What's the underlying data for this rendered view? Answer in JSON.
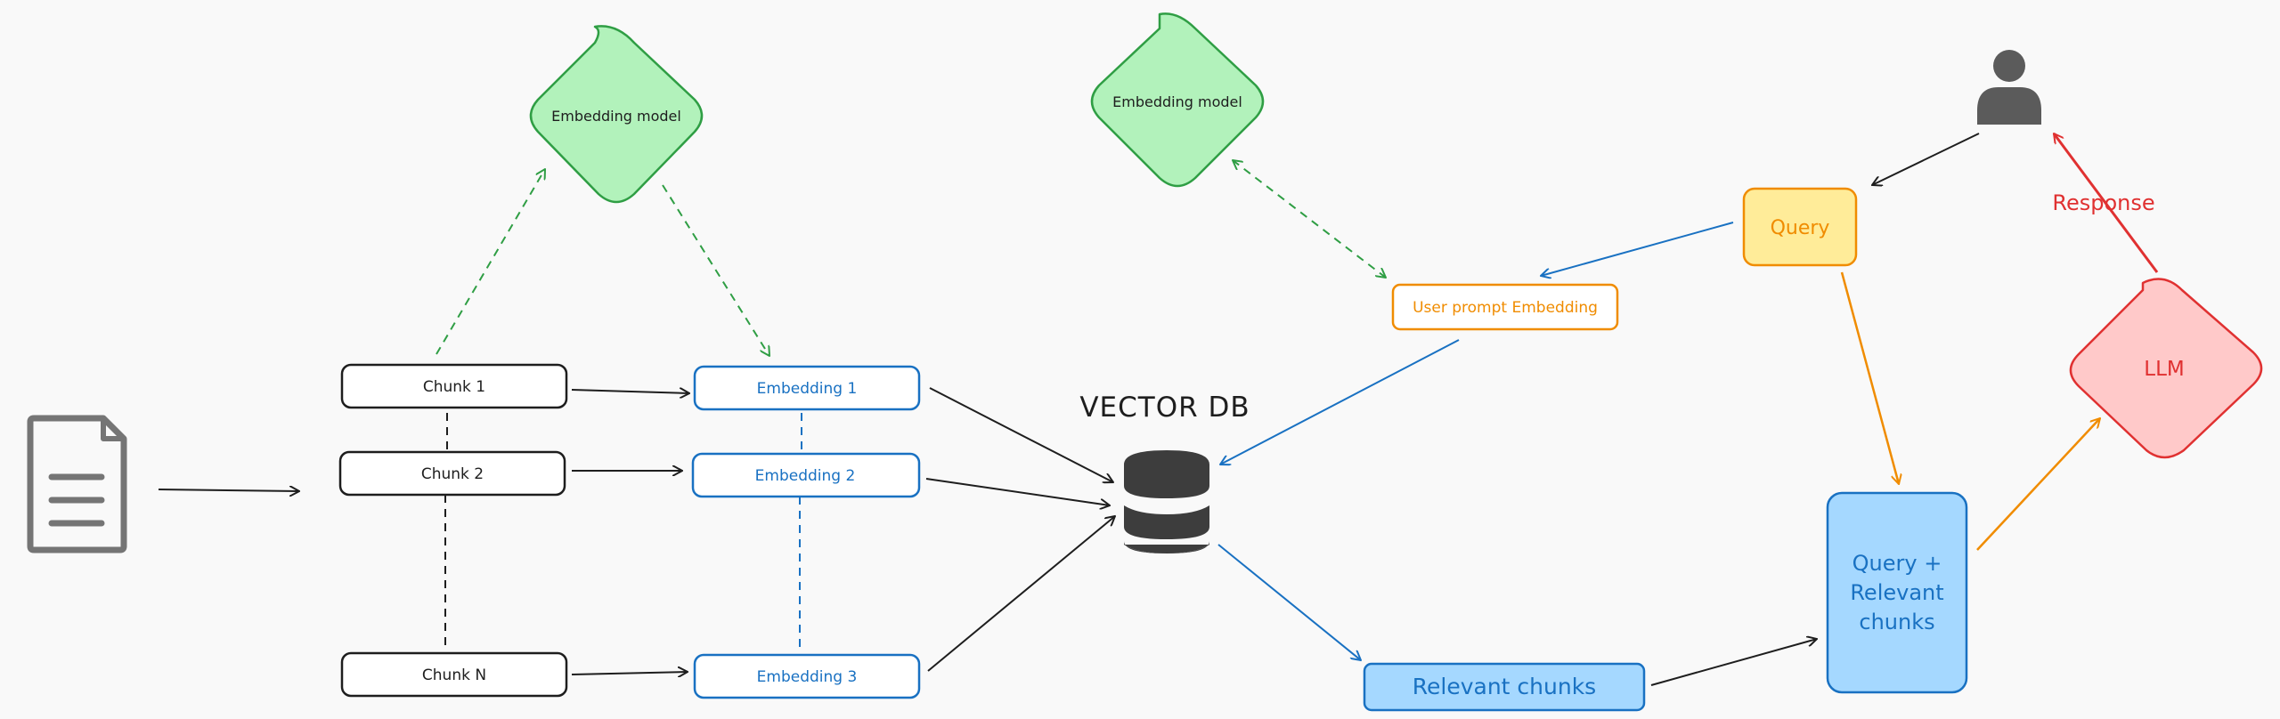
{
  "colors": {
    "background": "#f9f9f9",
    "black": "#1e1e1e",
    "gray_icon": "#757575",
    "green_stroke": "#2f9e44",
    "green_fill": "#b2f2bb",
    "blue_stroke": "#1971c2",
    "blue_fill": "#a5d8ff",
    "orange_stroke": "#f08c00",
    "yellow_fill": "#ffec99",
    "red_stroke": "#e03131",
    "red_fill": "#ffc9c9",
    "db_gray": "#3d3d3d"
  },
  "icons": {
    "document": "document-icon",
    "database": "database-icon",
    "user": "user-icon"
  },
  "ingestion": {
    "embedding_model_label": "Embedding model",
    "chunks": [
      "Chunk 1",
      "Chunk 2",
      "Chunk N"
    ],
    "embeddings": [
      "Embedding 1",
      "Embedding 2",
      "Embedding 3"
    ]
  },
  "vector_db": {
    "title": "VECTOR DB"
  },
  "retrieval": {
    "embedding_model_label": "Embedding model",
    "user_prompt_embedding_label": "User prompt Embedding",
    "query_label": "Query",
    "relevant_chunks_label": "Relevant chunks",
    "query_plus_chunks_lines": [
      "Query +",
      "Relevant",
      "chunks"
    ],
    "llm_label": "LLM",
    "response_label": "Response"
  }
}
